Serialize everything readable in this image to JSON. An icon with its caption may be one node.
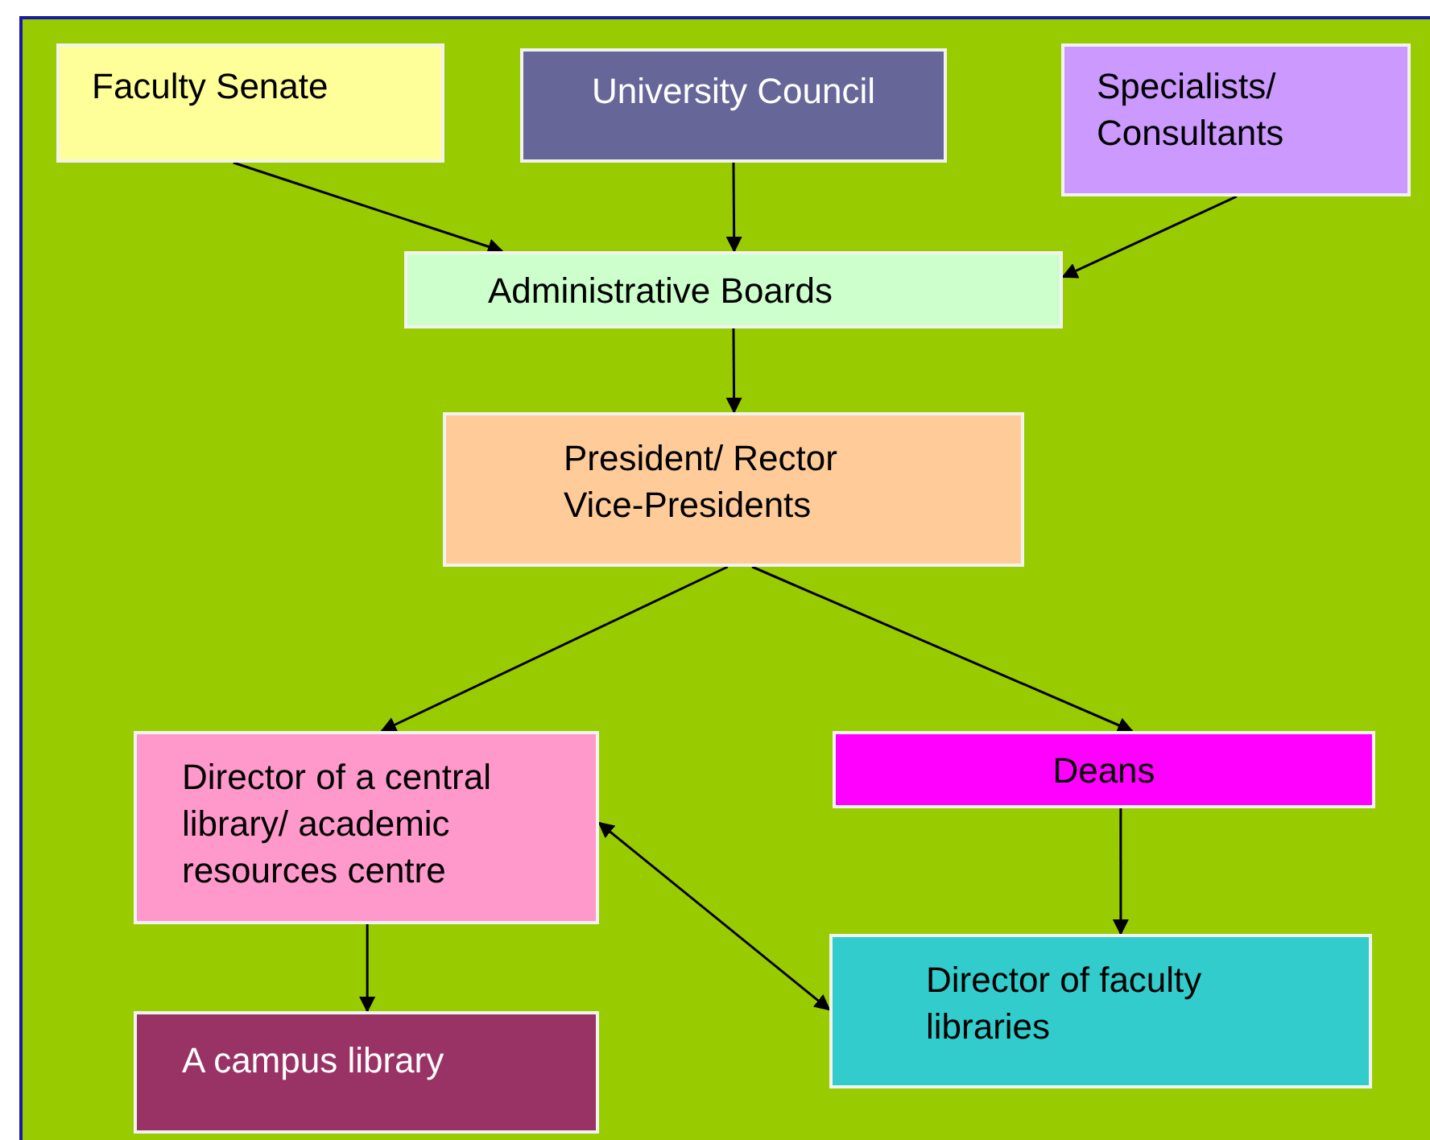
{
  "diagram": {
    "nodes": [
      {
        "text": [
          "Faculty Senate"
        ]
      },
      {
        "text": [
          "University Council"
        ]
      },
      {
        "text": [
          "Specialists/ Consultants"
        ]
      },
      {
        "text": [
          "Administrative Boards"
        ]
      },
      {
        "text": [
          "President/ Rector",
          "Vice-Presidents"
        ]
      },
      {
        "text": [
          "Director of a central library/ academic resources centre"
        ]
      },
      {
        "text": [
          "Deans"
        ]
      },
      {
        "text": [
          "A campus library"
        ]
      },
      {
        "text": [
          "Director of faculty libraries"
        ]
      }
    ],
    "edges": [
      {
        "from": 0,
        "to": 3,
        "arrow": "to"
      },
      {
        "from": 1,
        "to": 3,
        "arrow": "to"
      },
      {
        "from": 2,
        "to": 3,
        "arrow": "to"
      },
      {
        "from": 3,
        "to": 4,
        "arrow": "to"
      },
      {
        "from": 4,
        "to": 5,
        "arrow": "to"
      },
      {
        "from": 4,
        "to": 6,
        "arrow": "to"
      },
      {
        "from": 5,
        "to": 8,
        "arrow": "both"
      },
      {
        "from": 6,
        "to": 8,
        "arrow": "to"
      },
      {
        "from": 5,
        "to": 7,
        "arrow": "to"
      }
    ]
  }
}
